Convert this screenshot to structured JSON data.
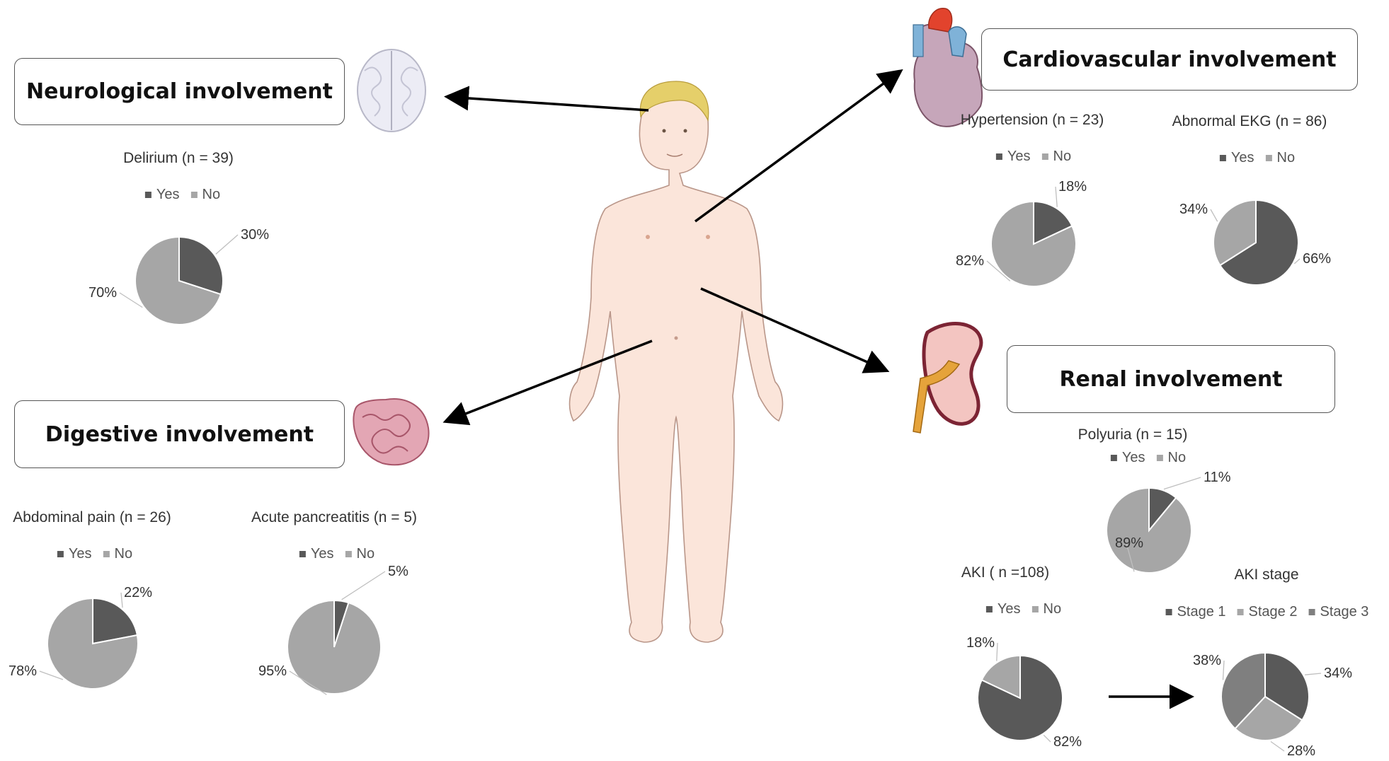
{
  "boxes": {
    "neuro": "Neurological involvement",
    "cardio": "Cardiovascular involvement",
    "digestive": "Digestive involvement",
    "renal": "Renal involvement"
  },
  "legend_labels": {
    "yes": "Yes",
    "no": "No",
    "stage1": "Stage 1",
    "stage2": "Stage 2",
    "stage3": "Stage 3"
  },
  "colors": {
    "yes": "#595959",
    "no": "#a6a6a6",
    "stage1": "#595959",
    "stage2": "#a6a6a6",
    "stage3": "#7f7f7f"
  },
  "chart_data": [
    {
      "id": "delirium",
      "type": "pie",
      "title": "Delirium (n = 39)",
      "labels": [
        "Yes",
        "No"
      ],
      "values": [
        30,
        70
      ],
      "value_labels": [
        "30%",
        "70%"
      ]
    },
    {
      "id": "hypertension",
      "type": "pie",
      "title": "Hypertension (n = 23)",
      "labels": [
        "Yes",
        "No"
      ],
      "values": [
        18,
        82
      ],
      "value_labels": [
        "18%",
        "82%"
      ]
    },
    {
      "id": "ekg",
      "type": "pie",
      "title": "Abnormal EKG (n = 86)",
      "labels": [
        "Yes",
        "No"
      ],
      "values": [
        66,
        34
      ],
      "value_labels": [
        "66%",
        "34%"
      ]
    },
    {
      "id": "abdominal",
      "type": "pie",
      "title": "Abdominal pain (n = 26)",
      "labels": [
        "Yes",
        "No"
      ],
      "values": [
        22,
        78
      ],
      "value_labels": [
        "22%",
        "78%"
      ]
    },
    {
      "id": "pancreatitis",
      "type": "pie",
      "title": "Acute pancreatitis (n = 5)",
      "labels": [
        "Yes",
        "No"
      ],
      "values": [
        5,
        95
      ],
      "value_labels": [
        "5%",
        "95%"
      ]
    },
    {
      "id": "polyuria",
      "type": "pie",
      "title": "Polyuria (n = 15)",
      "labels": [
        "Yes",
        "No"
      ],
      "values": [
        11,
        89
      ],
      "value_labels": [
        "11%",
        "89%"
      ]
    },
    {
      "id": "aki",
      "type": "pie",
      "title": "AKI ( n =108)",
      "labels": [
        "Yes",
        "No"
      ],
      "values": [
        82,
        18
      ],
      "value_labels": [
        "82%",
        "18%"
      ]
    },
    {
      "id": "akistage",
      "type": "pie",
      "title": "AKI stage",
      "labels": [
        "Stage 1",
        "Stage 2",
        "Stage 3"
      ],
      "values": [
        34,
        28,
        38
      ],
      "value_labels": [
        "34%",
        "28%",
        "38%"
      ]
    }
  ]
}
